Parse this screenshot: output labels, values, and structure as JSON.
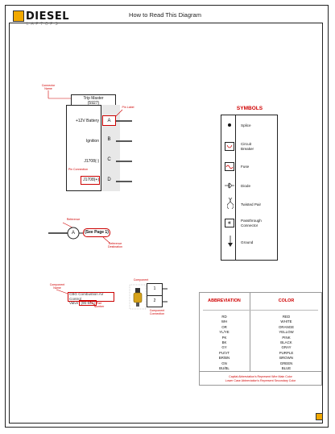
{
  "header": {
    "logo_main": "DIESEL",
    "logo_sub": "LAPTOPS",
    "title": "How to Read This Diagram"
  },
  "connector": {
    "callout_name": "Connector\nName",
    "name_line1": "Trip Master",
    "name_line2": "(5927)",
    "callout_pin_label": "Pin Label",
    "callout_pin_connection": "Pin Connection",
    "pins": [
      {
        "label": "+12V Battery",
        "letter": "A",
        "boxed": true
      },
      {
        "label": "Ignition",
        "letter": "B",
        "boxed": false
      },
      {
        "label": "J1708(-)",
        "letter": "C",
        "boxed": false
      },
      {
        "label": "J1708(+)",
        "letter": "D",
        "boxed": false,
        "label_boxed": true
      }
    ]
  },
  "reference": {
    "callout_reference": "Reference",
    "circle_letter": "A",
    "page_text": "(See Page 1)",
    "callout_destination": "Reference\nDestination"
  },
  "component": {
    "callout_name": "Component\nName",
    "name_line1": "CBG Combustion Air Control",
    "name_line2_a": "Valve ",
    "name_line2_b": "(96-641)",
    "callout_part": "Part\nNumber",
    "callout_component": "Component",
    "callout_connection": "Component\nConnection",
    "pins": [
      "1",
      "2"
    ]
  },
  "symbols": {
    "title": "SYMBOLS",
    "items": [
      {
        "icon": "splice-dot-icon",
        "label": "Splice"
      },
      {
        "icon": "circuit-breaker-icon",
        "label": "Circuit\nBreaker"
      },
      {
        "icon": "fuse-icon",
        "label": "Fuse"
      },
      {
        "icon": "diode-icon",
        "label": "Diode"
      },
      {
        "icon": "twisted-pair-icon",
        "label": "Twisted Pair"
      },
      {
        "icon": "passthrough-connector-icon",
        "label": "Passthrough\nConnector"
      },
      {
        "icon": "ground-icon",
        "label": "Ground"
      }
    ]
  },
  "abbreviations": {
    "header_abbr": "ABBREVIATION",
    "header_color": "COLOR",
    "rows": [
      [
        "RD",
        "RED"
      ],
      [
        "WH",
        "WHITE"
      ],
      [
        "OR",
        "ORANGE"
      ],
      [
        "YL/YE",
        "YELLOW"
      ],
      [
        "PK",
        "PINK"
      ],
      [
        "BK",
        "BLACK"
      ],
      [
        "GY",
        "GRAY"
      ],
      [
        "PU/VT",
        "PURPLE"
      ],
      [
        "BR/BN",
        "BROWN"
      ],
      [
        "GN",
        "GREEN"
      ],
      [
        "BU/BL",
        "BLUE"
      ]
    ],
    "footnote_1": "Capital Abbreviation's Represent Wire Main Color",
    "footnote_2": "Lower Case Abbreviation's Represent Secondary Color"
  },
  "colors": {
    "accent_red": "#d00000",
    "line": "#222222"
  }
}
